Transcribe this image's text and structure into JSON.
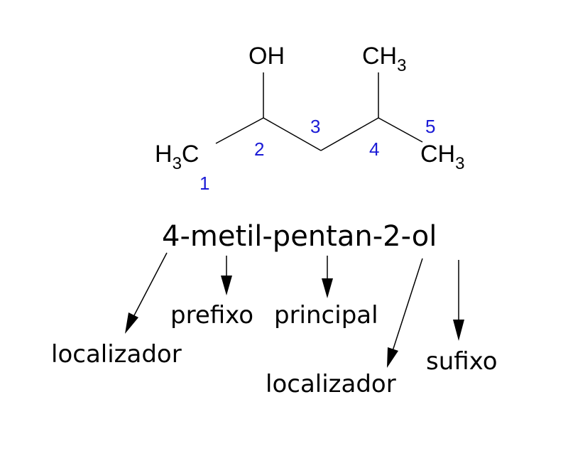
{
  "molecule": {
    "oh_label": "OH",
    "ch3_top": {
      "base": "CH",
      "sub": "3"
    },
    "h3c_left": {
      "h": "H",
      "sub": "3",
      "c": "C"
    },
    "ch3_right": {
      "base": "CH",
      "sub": "3"
    },
    "carbon_numbers": [
      "1",
      "2",
      "3",
      "4",
      "5"
    ],
    "number_color": "#1a1ad6"
  },
  "iupac_name": "4-metil-pentan-2-ol",
  "parts": {
    "localizador_left": "localizador",
    "prefixo": "prefixo",
    "principal": "principal",
    "localizador_right": "localizador",
    "sufixo": "sufixo"
  }
}
